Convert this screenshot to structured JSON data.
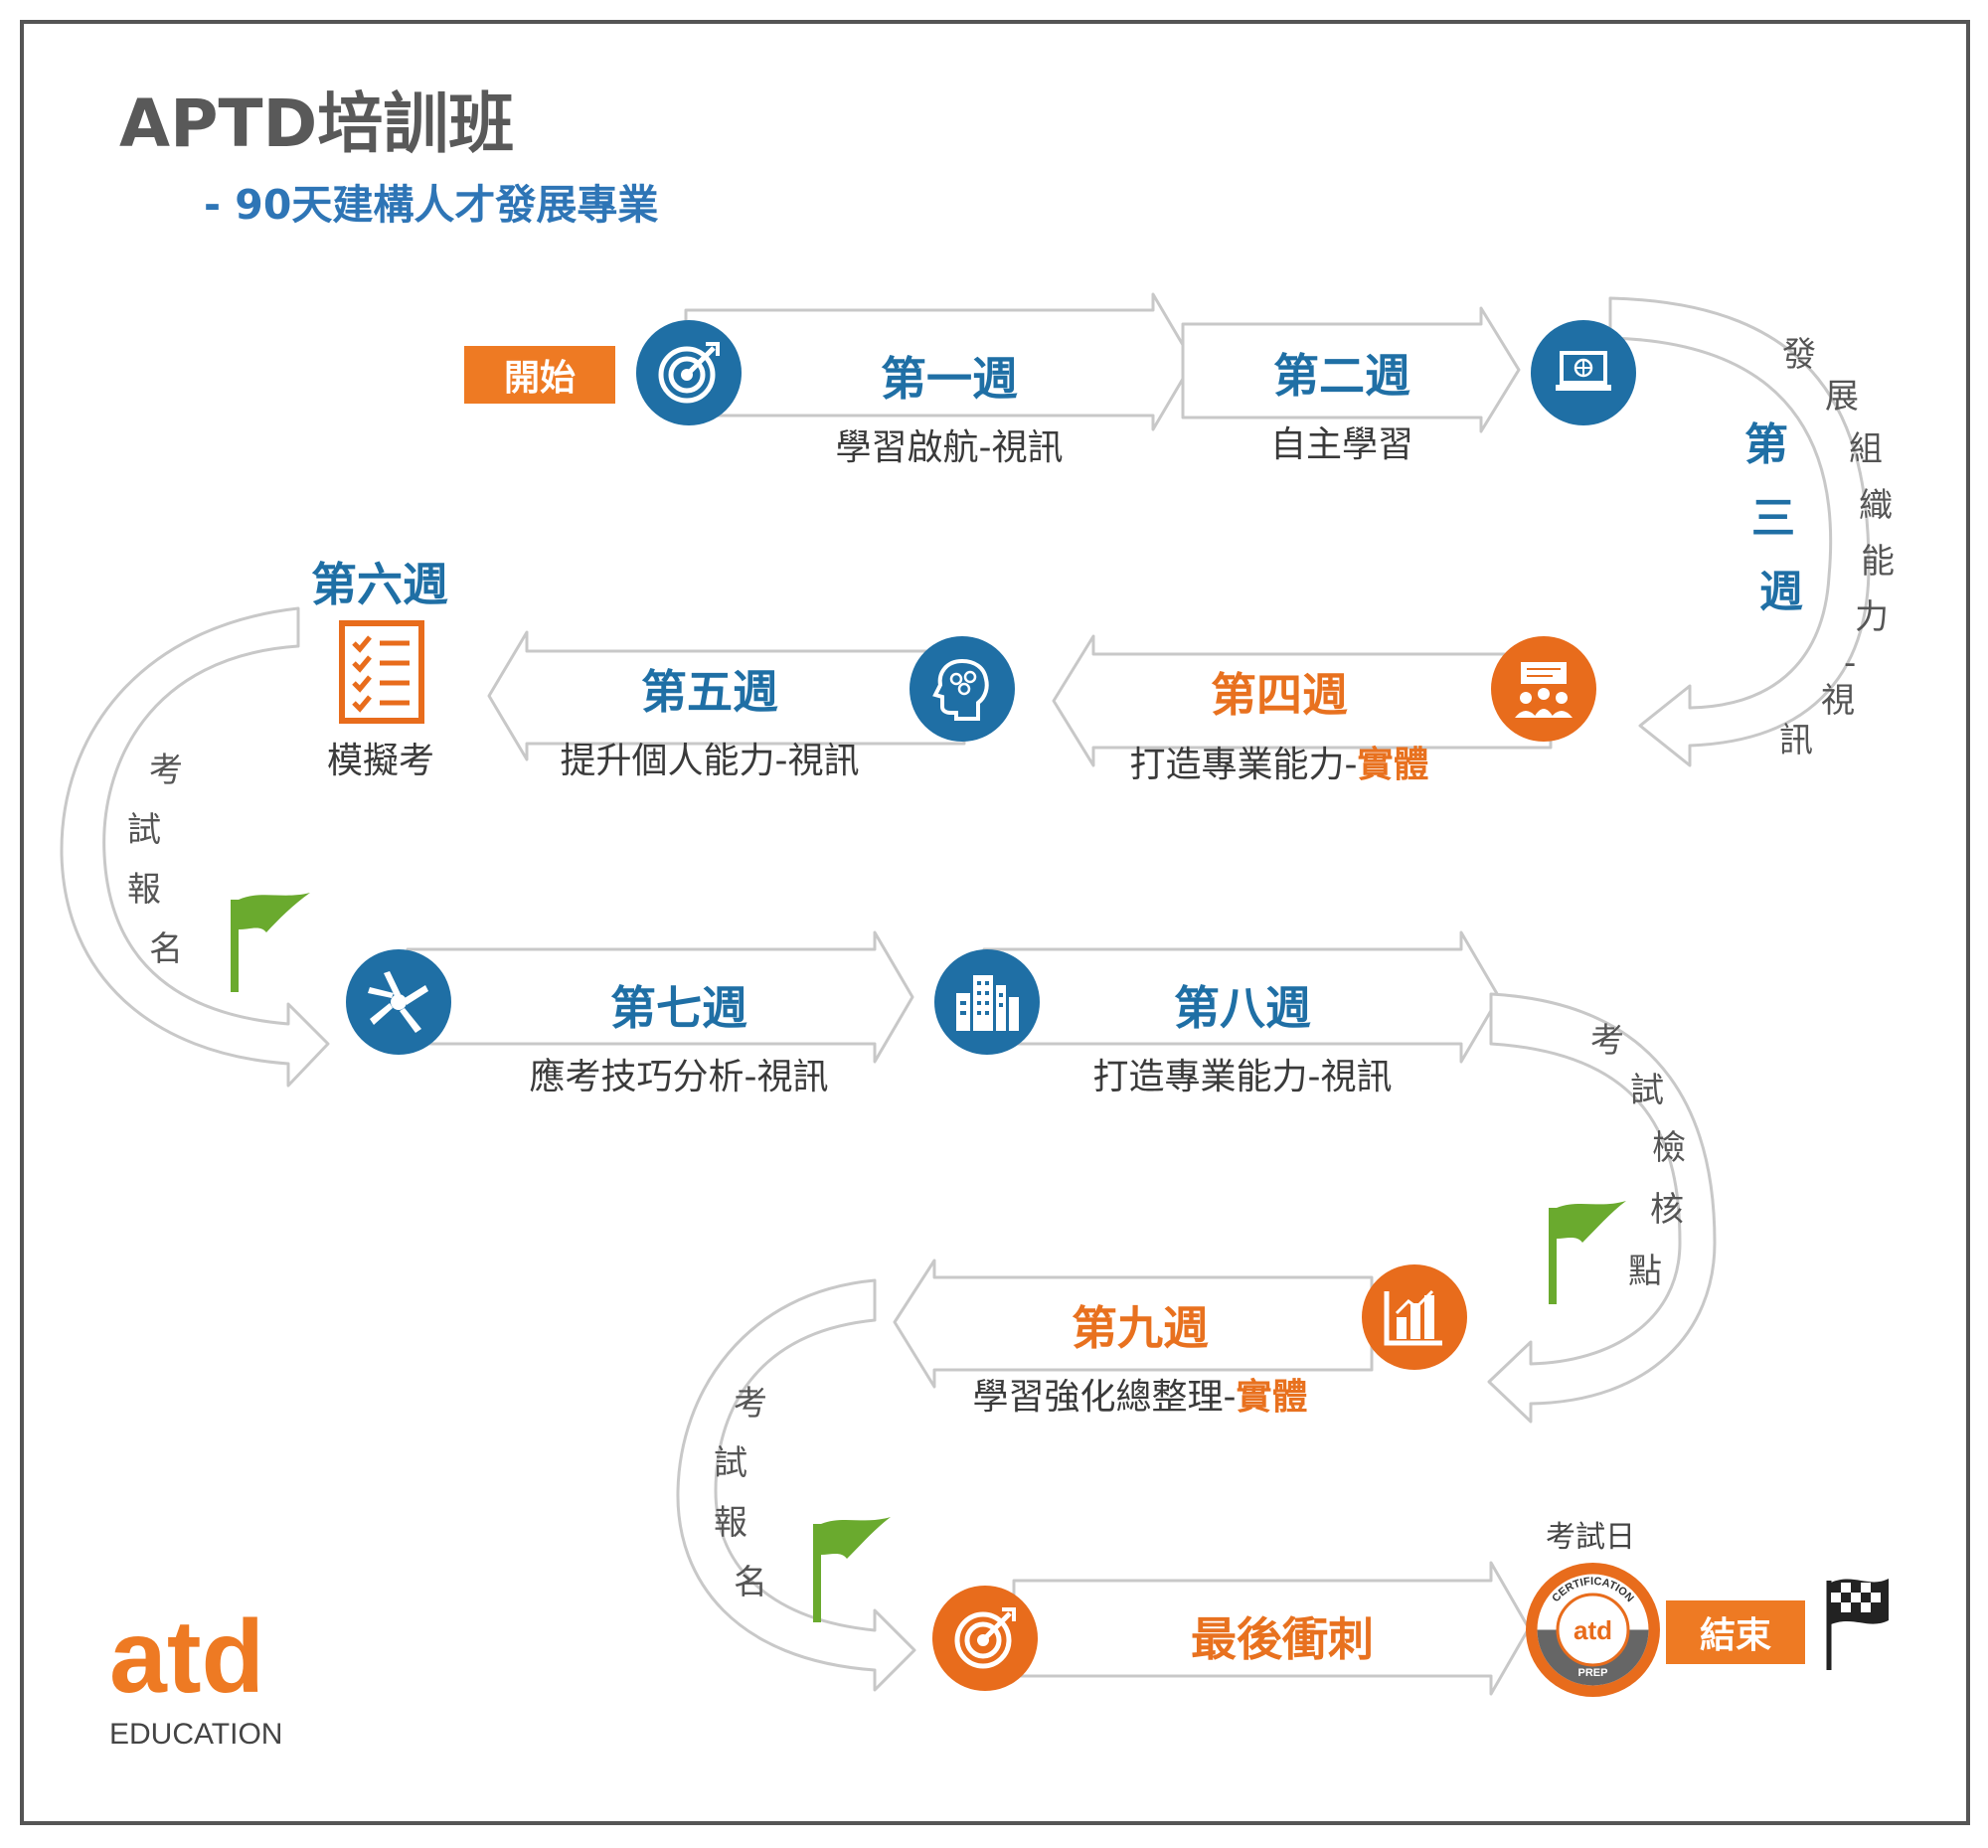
{
  "header": {
    "title": "APTD培訓班",
    "subtitle": "- 90天建構人才發展專業"
  },
  "start_label": "開始",
  "end_label": "結束",
  "exam_day_label": "考試日",
  "badge": {
    "top_text": "CERTIFICATION",
    "center_text": "atd",
    "bottom_text": "PREP"
  },
  "weeks": [
    {
      "title": "第一週",
      "desc": "學習啟航-視訊",
      "icon": "target-icon"
    },
    {
      "title": "第二週",
      "desc": "自主學習",
      "icon": "laptop-icon"
    },
    {
      "title": "第三週",
      "desc": "發展組織能力-視訊",
      "icon": "laptop-icon"
    },
    {
      "title": "第四週",
      "desc_main": "打造專業能力-",
      "desc_hl": "實體",
      "icon": "presentation-icon"
    },
    {
      "title": "第五週",
      "desc": "提升個人能力-視訊",
      "icon": "brain-icon"
    },
    {
      "title": "第六週",
      "desc": "模擬考",
      "icon": "checklist-icon"
    },
    {
      "title": "第七週",
      "desc": "應考技巧分析-視訊",
      "icon": "teamwork-hands-icon"
    },
    {
      "title": "第八週",
      "desc": "打造專業能力-視訊",
      "icon": "buildings-icon"
    },
    {
      "title": "第九週",
      "desc_main": "學習強化總整理-",
      "desc_hl": "實體",
      "icon": "bar-chart-icon"
    },
    {
      "title": "最後衝刺",
      "icon": "target-icon"
    }
  ],
  "milestones": {
    "registration_1": "考試報名",
    "checkpoint": "考試檢核點",
    "registration_2": "考試報名"
  },
  "colors": {
    "blue": "#1f6fa5",
    "orange": "#e8711f",
    "green_flag": "#6aaa2e",
    "text_grey": "#595959"
  },
  "logo": {
    "brand": "atd",
    "sub": "EDUCATION"
  }
}
